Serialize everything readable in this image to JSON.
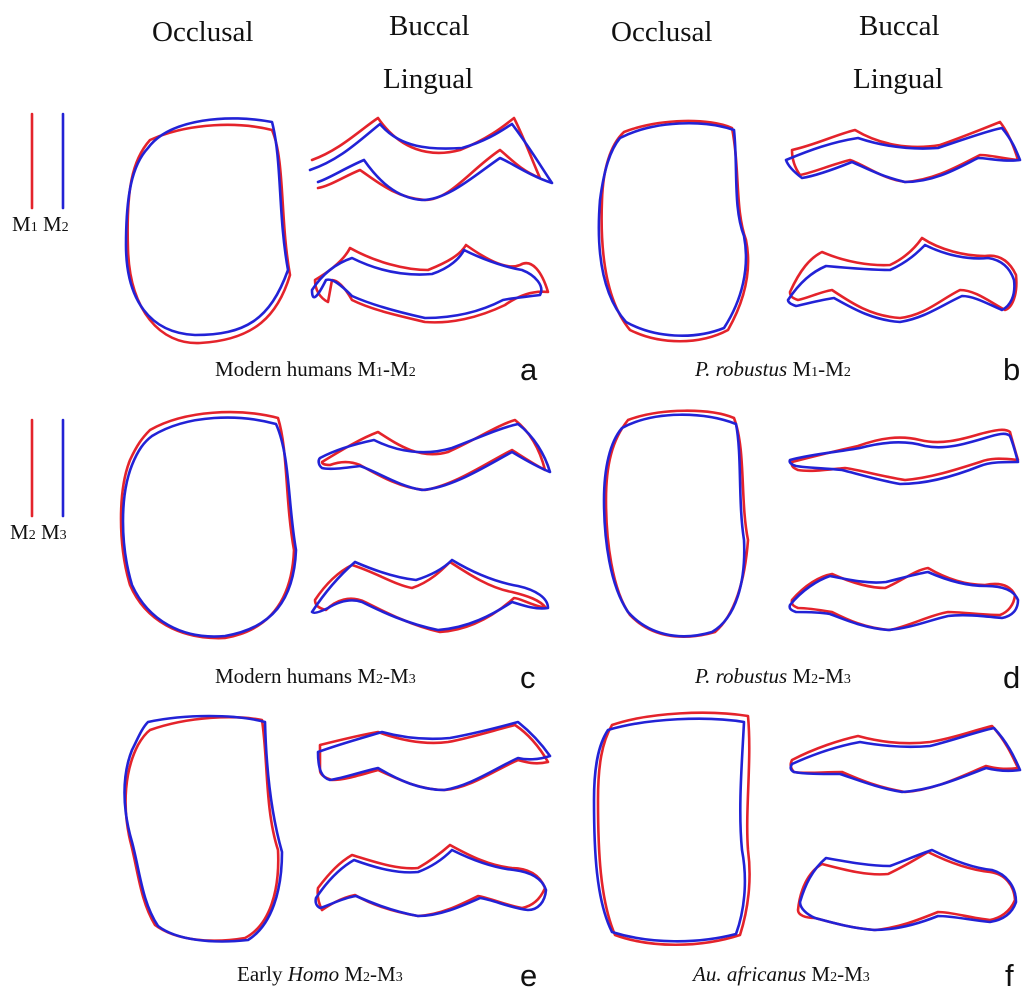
{
  "headers": {
    "left_occlusal": "Occlusal",
    "left_buccal": "Buccal",
    "left_lingual": "Lingual",
    "right_occlusal": "Occlusal",
    "right_buccal": "Buccal",
    "right_lingual": "Lingual"
  },
  "keys": [
    {
      "first": "M",
      "first_sub": "1",
      "second": "M",
      "second_sub": "2"
    },
    {
      "first": "M",
      "first_sub": "2",
      "second": "M",
      "second_sub": "3"
    }
  ],
  "colors": {
    "first_tooth": "#e4232b",
    "second_tooth": "#2222d6"
  },
  "panels": [
    {
      "letter": "a",
      "caption_pre": "Modern humans ",
      "caption_italic": "",
      "m1": "M",
      "s1": "1",
      "dash": "-",
      "m2": "M",
      "s2": "2"
    },
    {
      "letter": "b",
      "caption_pre": "",
      "caption_italic": "P. robustus",
      "m1": " M",
      "s1": "1",
      "dash": "-",
      "m2": "M",
      "s2": "2"
    },
    {
      "letter": "c",
      "caption_pre": "Modern humans ",
      "caption_italic": "",
      "m1": "M",
      "s1": "2",
      "dash": "-",
      "m2": "M",
      "s2": "3"
    },
    {
      "letter": "d",
      "caption_pre": "",
      "caption_italic": "P. robustus",
      "m1": " M",
      "s1": "2",
      "dash": "-",
      "m2": "M",
      "s2": "3"
    },
    {
      "letter": "e",
      "caption_pre": "Early ",
      "caption_italic": "Homo",
      "m1": " M",
      "s1": "2",
      "dash": "-",
      "m2": "M",
      "s2": "3"
    },
    {
      "letter": "f",
      "caption_pre": "",
      "caption_italic": "Au. africanus",
      "m1": " M",
      "s1": "2",
      "dash": "-",
      "m2": "M",
      "s2": "3"
    }
  ]
}
